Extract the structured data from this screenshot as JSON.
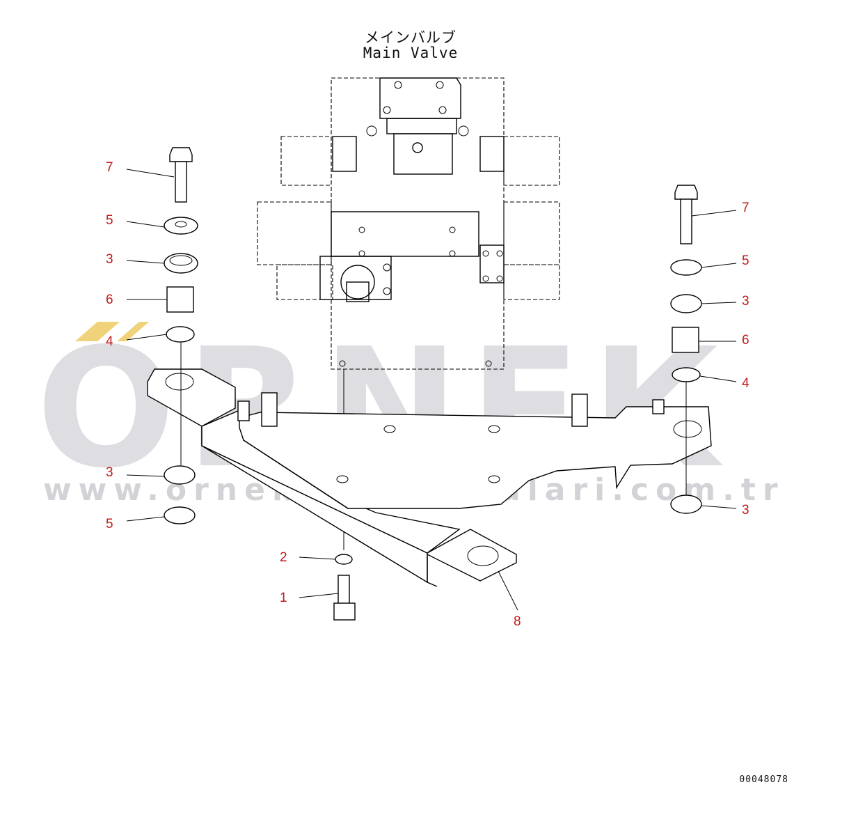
{
  "diagram": {
    "title_jp": "メインバルブ",
    "title_en": "Main Valve",
    "reference_id": "00048078",
    "watermark": {
      "brand": "ORNEK",
      "url": "www.orneki smakinalari.com.tr",
      "brand_color": "#d3d2d8",
      "accent_color": "#f0d27a"
    },
    "callout_color": "#c21a1a",
    "callouts": {
      "l7": "7",
      "l5a": "5",
      "l3a": "3",
      "l6": "6",
      "l4": "4",
      "l3b": "3",
      "l5b": "5",
      "r7": "7",
      "r5": "5",
      "r3a": "3",
      "r6": "6",
      "r4": "4",
      "r3b": "3",
      "c2": "2",
      "c1": "1",
      "c8": "8"
    }
  }
}
